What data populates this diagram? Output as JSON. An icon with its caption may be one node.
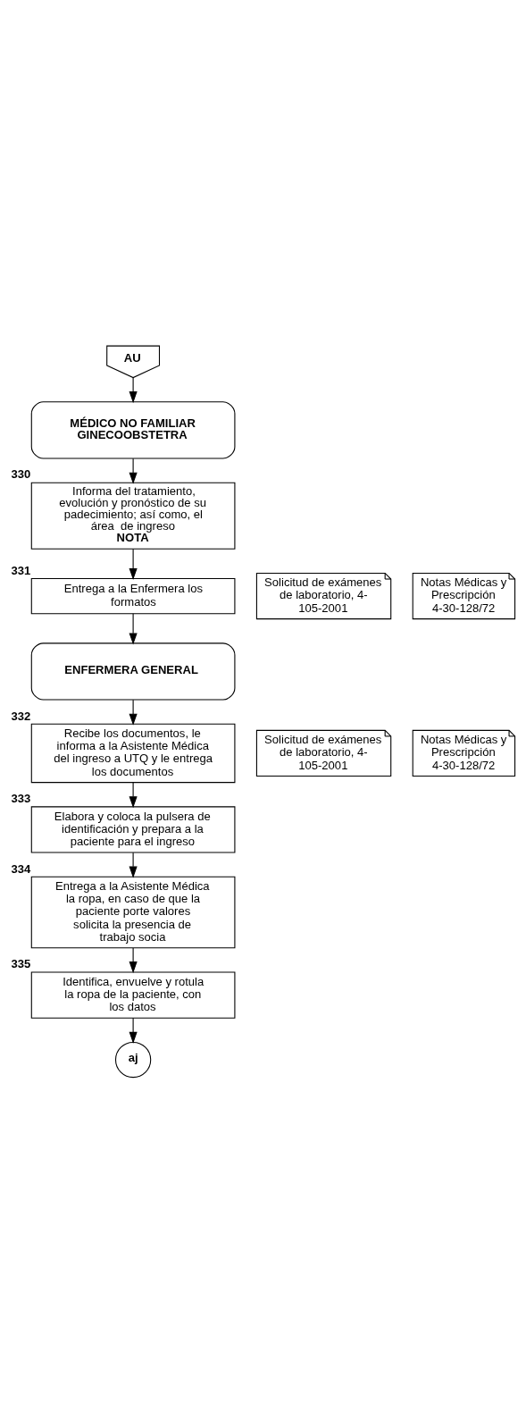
{
  "diagram": {
    "nodes": [
      {
        "text": [
          "AU"
        ]
      },
      {
        "text": [
          "MÉDICO NO FAMILIAR GINECOOBSTETRA"
        ]
      },
      {
        "text": [
          "Informa del tratamiento, evolución y pronóstico de su padecimiento; así como, el área  de ingreso",
          "NOTA"
        ],
        "beside": [
          "330"
        ]
      },
      {
        "text": [
          "Entrega a la Enfermera los formatos"
        ],
        "beside": [
          "331"
        ]
      },
      {
        "text": [
          "Solicitud de exámenes de laboratorio, 4- 105-2001"
        ]
      },
      {
        "text": [
          "Notas Médicas y Prescripción 4-30-128/72"
        ]
      },
      {
        "text": [
          "ENFERMERA GENERAL"
        ]
      },
      {
        "text": [
          "Recibe los documentos, le informa a la Asistente Médica del ingreso a UTQ y le entrega los documentos"
        ],
        "beside": [
          "332"
        ]
      },
      {
        "text": [
          "Solicitud de exámenes de laboratorio, 4- 105-2001"
        ]
      },
      {
        "text": [
          "Notas Médicas y Prescripción 4-30-128/72"
        ]
      },
      {
        "text": [
          "Elabora y coloca la pulsera de identificación y prepara a la paciente para el ingreso"
        ],
        "beside": [
          "333"
        ]
      },
      {
        "text": [
          "Entrega a la Asistente Médica la ropa, en caso de que la paciente porte valores solicita la presencia de trabajo socia"
        ],
        "beside": [
          "334"
        ]
      },
      {
        "text": [
          "Identifica, envuelve y rotula la ropa de la paciente, con los datos"
        ],
        "beside": [
          "335"
        ]
      },
      {
        "text": [
          "aj"
        ]
      }
    ],
    "edges": [
      {
        "from": 0,
        "to": 1,
        "arrow": "to"
      },
      {
        "from": 1,
        "to": 2,
        "arrow": "to"
      },
      {
        "from": 2,
        "to": 3,
        "arrow": "to"
      },
      {
        "from": 3,
        "to": 6,
        "arrow": "to"
      },
      {
        "from": 6,
        "to": 7,
        "arrow": "to"
      },
      {
        "from": 7,
        "to": 10,
        "arrow": "to"
      },
      {
        "from": 10,
        "to": 11,
        "arrow": "to"
      },
      {
        "from": 11,
        "to": 12,
        "arrow": "to"
      },
      {
        "from": 12,
        "to": 13,
        "arrow": "to"
      }
    ]
  }
}
